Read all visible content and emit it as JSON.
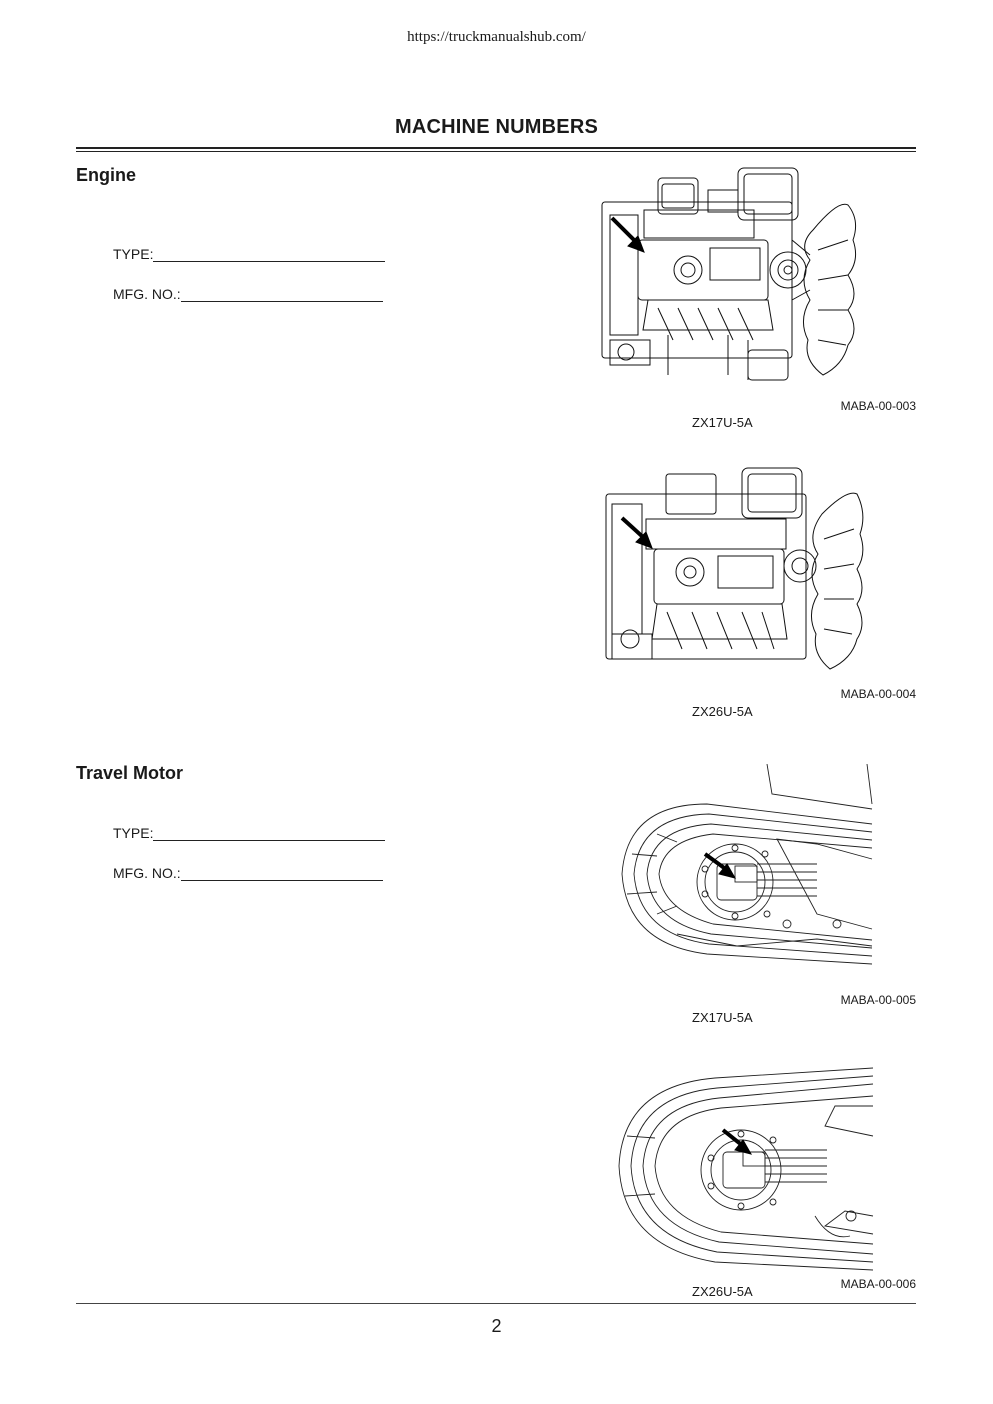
{
  "header": {
    "url": "https://truckmanualshub.com/"
  },
  "page": {
    "title": "MACHINE NUMBERS",
    "number": "2"
  },
  "sections": {
    "engine": {
      "heading": "Engine",
      "type_label": "TYPE:",
      "mfg_label": "MFG. NO.:",
      "figures": [
        {
          "code": "MABA-00-003",
          "model": "ZX17U-5A"
        },
        {
          "code": "MABA-00-004",
          "model": "ZX26U-5A"
        }
      ]
    },
    "travel_motor": {
      "heading": "Travel Motor",
      "type_label": "TYPE:",
      "mfg_label": "MFG. NO.:",
      "figures": [
        {
          "code": "MABA-00-005",
          "model": "ZX17U-5A"
        },
        {
          "code": "MABA-00-006",
          "model": "ZX26U-5A"
        }
      ]
    }
  },
  "colors": {
    "text": "#1a1a1a",
    "line": "#222222",
    "background": "#ffffff"
  },
  "icons": [
    "engine-illustration",
    "travel-motor-illustration",
    "pointer-arrow-icon"
  ]
}
